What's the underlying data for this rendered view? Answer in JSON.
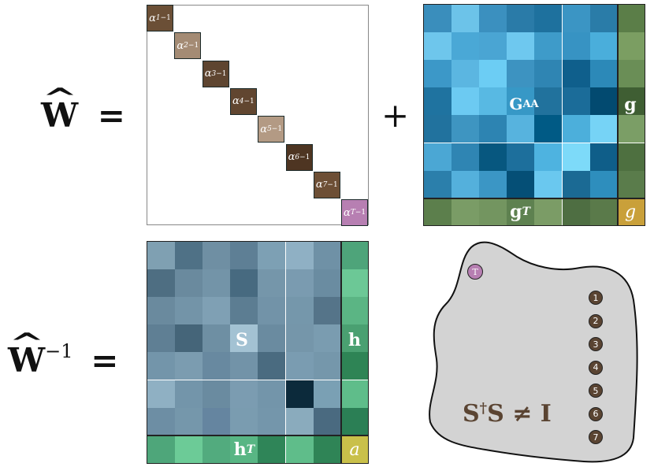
{
  "equations": {
    "w_hat": "W",
    "equals": "=",
    "plus": "+",
    "w_inv_hat": "W",
    "inverse_exp": "−1"
  },
  "diagonal": {
    "alpha_symbol": "α",
    "inverse_sup": "−1",
    "cells": [
      {
        "sub": "1",
        "color": "#6b4f36"
      },
      {
        "sub": "2",
        "color": "#a48b74"
      },
      {
        "sub": "3",
        "color": "#5e4530"
      },
      {
        "sub": "4",
        "color": "#614630"
      },
      {
        "sub": "5",
        "color": "#b39a84"
      },
      {
        "sub": "6",
        "color": "#4e3522"
      },
      {
        "sub": "7",
        "color": "#6d4f35"
      },
      {
        "sub": "T",
        "color": "#b77fb2"
      }
    ]
  },
  "gmatrix": {
    "center_label": "G",
    "center_sub": "AA",
    "side_label": "g",
    "bottom_label": "g",
    "bottom_sup": "T",
    "corner_label": "g",
    "corner_color": "#c9a03a",
    "grid": [
      [
        "#3a8ebc",
        "#6cc3e9",
        "#3b90bf",
        "#2a7ba8",
        "#1e719e",
        "#3b95c4",
        "#2a7ca8"
      ],
      [
        "#6ec6ec",
        "#4aa8d6",
        "#4aa5d3",
        "#6ec8ef",
        "#3e9bc9",
        "#3793c3",
        "#4aaedb"
      ],
      [
        "#3c98c8",
        "#5bb6e1",
        "#6ccdf4",
        "#3d93c1",
        "#2f85b3",
        "#0f5f8c",
        "#2c89b8"
      ],
      [
        "#1f73a0",
        "#6ccaf2",
        "#58b9e3",
        "#3798c6",
        "#21729d",
        "#1b6c99",
        "#024a70"
      ],
      [
        "#21729e",
        "#3e95c1",
        "#2d84b2",
        "#57b3de",
        "#005a85",
        "#4cafdb",
        "#76d3f6"
      ],
      [
        "#4ba7d4",
        "#2f85b3",
        "#07577f",
        "#1d6f9c",
        "#4eb3e0",
        "#7ddaf9",
        "#0f5e89"
      ],
      [
        "#2b7fab",
        "#54b0dc",
        "#3b96c5",
        "#054f76",
        "#6ac8ef",
        "#1b6a94",
        "#2e8ebd"
      ]
    ],
    "side_colors": [
      "#5b7e48",
      "#7b9e62",
      "#6a8e56",
      "#3f5e33",
      "#7b9e66",
      "#4e7040",
      "#5a7c4b"
    ],
    "bottom_colors": [
      "#5c7f4c",
      "#7a9c66",
      "#739560",
      "#5e8150",
      "#7b9c66",
      "#4e6e42",
      "#5a7a4a"
    ]
  },
  "smatrix": {
    "center_label": "S",
    "side_label": "h",
    "bottom_label": "h",
    "bottom_sup": "T",
    "corner_label": "a",
    "corner_color": "#c9c04a",
    "grid": [
      [
        "#7fa0b2",
        "#4f7186",
        "#6f8fa3",
        "#5e7f95",
        "#7da0b4",
        "#8fb0c4",
        "#6f91a6"
      ],
      [
        "#4e6e82",
        "#6a8a9e",
        "#7394a8",
        "#476a80",
        "#7596aa",
        "#7a9bb0",
        "#6a8ca1"
      ],
      [
        "#6a8a9e",
        "#7394a8",
        "#7fa0b4",
        "#5c7d92",
        "#7293a8",
        "#7597ab",
        "#557489"
      ],
      [
        "#5f7f94",
        "#456579",
        "#6e8fa3",
        "#a3c2d3",
        "#6a8ba0",
        "#7596aa",
        "#7a9cb0"
      ],
      [
        "#7395aa",
        "#7b9cb0",
        "#6889a0",
        "#7293a8",
        "#4a6b80",
        "#7a9cb1",
        "#7597ab"
      ],
      [
        "#8fb0c3",
        "#7395aa",
        "#6a8ba0",
        "#7b9cb1",
        "#7395aa",
        "#0c2a3b",
        "#7aa0b4"
      ],
      [
        "#6d8ea4",
        "#7597ab",
        "#6585a0",
        "#7a9cb0",
        "#7496ab",
        "#8aabbd",
        "#4a6a80"
      ]
    ],
    "side_colors": [
      "#4ea47a",
      "#6cc896",
      "#5bb584",
      "#4aa071",
      "#2e8455",
      "#5fbd8a",
      "#2b7f55"
    ],
    "bottom_colors": [
      "#4ea67a",
      "#6ccb97",
      "#52ab7e",
      "#58b684",
      "#2f8558",
      "#5fbd8a",
      "#2f8456"
    ]
  },
  "graph": {
    "t_node": "T",
    "nodes": [
      "1",
      "2",
      "3",
      "4",
      "5",
      "6",
      "7"
    ],
    "relation": "S",
    "dagger": "†",
    "relation_rest": "S ≠ I"
  }
}
